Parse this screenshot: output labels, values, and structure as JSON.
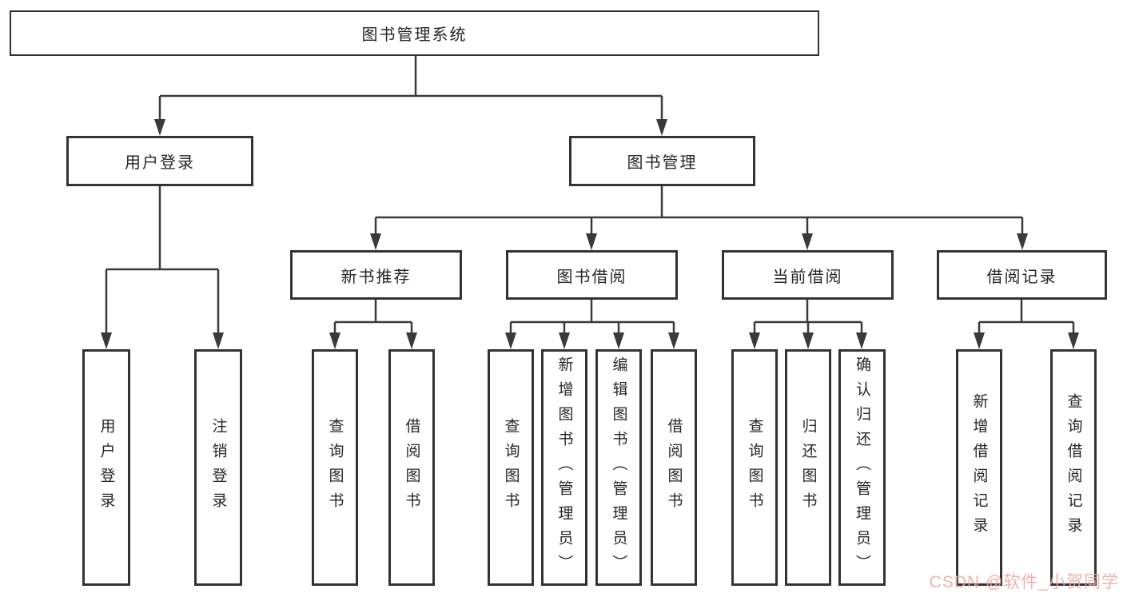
{
  "colors": {
    "line": "#3a3a3a",
    "box_border": "#333333",
    "box_fill": "#ffffff",
    "text": "#262626",
    "watermark": "#eda9a2",
    "background": "#ffffff"
  },
  "watermark": {
    "text": "CSDN @软件_小贺同学"
  },
  "tree": {
    "root": "图书管理系统",
    "level2": [
      {
        "label": "用户登录"
      },
      {
        "label": "图书管理"
      }
    ],
    "level3": [
      {
        "label": "新书推荐"
      },
      {
        "label": "图书借阅"
      },
      {
        "label": "当前借阅"
      },
      {
        "label": "借阅记录"
      }
    ],
    "leaves": {
      "login": [
        "用户登录",
        "注销登录"
      ],
      "recommend": [
        "查询图书",
        "借阅图书"
      ],
      "borrow": [
        "查询图书",
        "新增图书（管理员）",
        "编辑图书（管理员）",
        "借阅图书"
      ],
      "current": [
        "查询图书",
        "归还图书",
        "确认归还（管理员）"
      ],
      "records": [
        "新增借阅记录",
        "查询借阅记录"
      ]
    }
  }
}
